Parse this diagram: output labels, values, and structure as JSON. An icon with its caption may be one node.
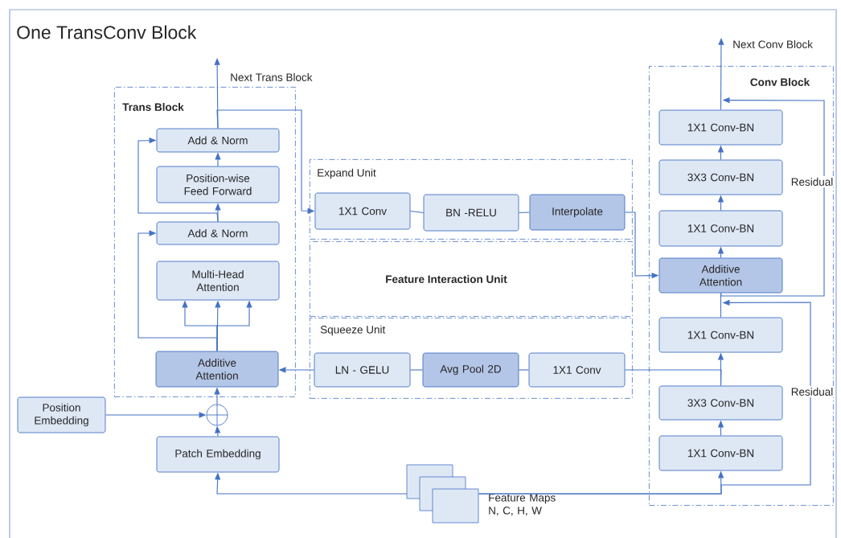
{
  "diagram": {
    "title": "One TransConv Block",
    "nodes": [
      {
        "text": [
          "Trans Block"
        ]
      },
      {
        "text": [
          "Add & Norm"
        ],
        "in": 0
      },
      {
        "text": [
          "Position-wise Feed Forward"
        ],
        "in": 0
      },
      {
        "text": [
          "Add & Norm"
        ],
        "in": 0
      },
      {
        "text": [
          "Multi-Head Attention"
        ],
        "in": 0
      },
      {
        "text": [
          "Additive Attention"
        ],
        "in": 0
      },
      {
        "text": [
          "Position Embedding"
        ]
      },
      {
        "text": [],
        "shape": "circle"
      },
      {
        "text": [
          "Patch Embedding"
        ]
      },
      {
        "text": [
          "Expand Unit"
        ]
      },
      {
        "text": [
          "1X1 Conv"
        ],
        "in": 9
      },
      {
        "text": [
          "BN -RELU"
        ],
        "in": 9
      },
      {
        "text": [
          "Interpolate"
        ],
        "in": 9
      },
      {
        "text": [
          "Feature Interaction Unit"
        ]
      },
      {
        "text": [
          "Squeeze Unit"
        ]
      },
      {
        "text": [
          "LN - GELU"
        ],
        "in": 14
      },
      {
        "text": [
          "Avg Pool 2D"
        ],
        "in": 14
      },
      {
        "text": [
          "1X1 Conv"
        ],
        "in": 14
      },
      {
        "text": [
          "Conv Block"
        ]
      },
      {
        "text": [
          "1X1 Conv-BN"
        ],
        "in": 18
      },
      {
        "text": [
          "3X3 Conv-BN"
        ],
        "in": 18
      },
      {
        "text": [
          "1X1 Conv-BN"
        ],
        "in": 18
      },
      {
        "text": [
          "Additive Attention"
        ],
        "in": 18
      },
      {
        "text": [
          "1X1 Conv-BN"
        ],
        "in": 18
      },
      {
        "text": [
          "3X3 Conv-BN"
        ],
        "in": 18
      },
      {
        "text": [
          "1X1 Conv-BN"
        ],
        "in": 18
      },
      {
        "text": [],
        "shape": "box",
        "beside": [
          "Feature Maps N, C, H, W"
        ]
      },
      {
        "text": [
          "Next Trans Block"
        ]
      },
      {
        "text": [
          "Next Conv Block"
        ]
      }
    ],
    "edges": [
      {
        "from": 8,
        "to": 7,
        "arrow": "to"
      },
      {
        "from": 6,
        "to": 7,
        "arrow": "to"
      },
      {
        "from": 7,
        "to": 5,
        "arrow": "to"
      },
      {
        "from": 5,
        "to": 4,
        "arrow": "to"
      },
      {
        "from": 5,
        "to": 4,
        "arrow": "to"
      },
      {
        "from": 5,
        "to": 4,
        "arrow": "to"
      },
      {
        "from": 5,
        "to": 3,
        "arrow": "to"
      },
      {
        "from": 3,
        "to": 2,
        "arrow": "to"
      },
      {
        "from": 3,
        "to": 1,
        "arrow": "to"
      },
      {
        "from": 2,
        "to": 1,
        "arrow": "to"
      },
      {
        "from": 1,
        "to": 27,
        "arrow": "to"
      },
      {
        "from": 1,
        "to": 10,
        "arrow": "to"
      },
      {
        "from": 10,
        "to": 11,
        "arrow": "none"
      },
      {
        "from": 11,
        "to": 12,
        "arrow": "none"
      },
      {
        "from": 12,
        "to": 22,
        "arrow": "to"
      },
      {
        "from": 24,
        "to": 17,
        "arrow": "none"
      },
      {
        "from": 17,
        "to": 16,
        "arrow": "none"
      },
      {
        "from": 16,
        "to": 15,
        "arrow": "none"
      },
      {
        "from": 15,
        "to": 5,
        "arrow": "to"
      },
      {
        "from": 26,
        "to": 8,
        "arrow": "to"
      },
      {
        "from": 26,
        "to": 25,
        "arrow": "to"
      },
      {
        "from": 25,
        "to": 24,
        "arrow": "to"
      },
      {
        "from": 24,
        "to": 23,
        "arrow": "to"
      },
      {
        "from": 23,
        "to": 22,
        "arrow": "none"
      },
      {
        "from": 26,
        "to": 22,
        "arrow": "to",
        "label": "Residual"
      },
      {
        "from": 22,
        "to": 21,
        "arrow": "to"
      },
      {
        "from": 21,
        "to": 20,
        "arrow": "to"
      },
      {
        "from": 20,
        "to": 19,
        "arrow": "to"
      },
      {
        "from": 19,
        "to": 28,
        "arrow": "to"
      },
      {
        "from": 22,
        "to": 19,
        "arrow": "to",
        "label": "Residual"
      }
    ]
  }
}
